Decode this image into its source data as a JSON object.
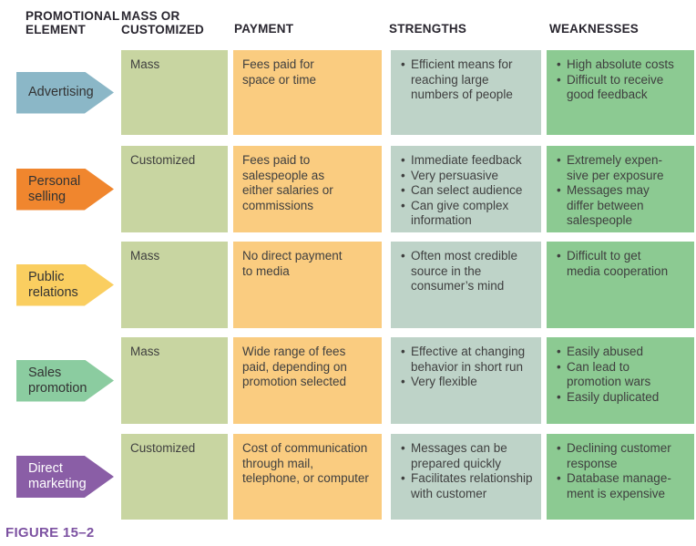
{
  "figure": {
    "caption": "FIGURE 15–2"
  },
  "headers": {
    "promotional_element": "PROMOTIONAL\nELEMENT",
    "mass_or_customized": "MASS OR\nCUSTOMIZED",
    "payment": "PAYMENT",
    "strengths": "STRENGTHS",
    "weaknesses": "WEAKNESSES"
  },
  "colors": {
    "mass_cell": "#C8D5A1",
    "payment_cell": "#FACC80",
    "strengths_cell": "#BED3C8",
    "weaknesses_cell": "#8CCA92",
    "header_text": "#29262F",
    "body_text": "#3F3F3F",
    "caption": "#7C51A1",
    "page_bg": "#FFFFFF"
  },
  "rows": [
    {
      "element": "Advertising",
      "arrow_color": "#8BB7C7",
      "label_color": "#333333",
      "mass_or_customized": "Mass",
      "payment": "Fees paid for\nspace or time",
      "strengths": [
        "Efficient means for\nreaching large\nnumbers of people"
      ],
      "weaknesses": [
        "High absolute costs",
        "Difficult to receive\ngood feedback"
      ]
    },
    {
      "element": "Personal\nselling",
      "arrow_color": "#F0862E",
      "label_color": "#333333",
      "mass_or_customized": "Customized",
      "payment": "Fees paid to\nsalespeople as\neither salaries or\ncommissions",
      "strengths": [
        "Immediate feedback",
        "Very persuasive",
        "Can select audience",
        "Can give complex\ninformation"
      ],
      "weaknesses": [
        "Extremely expen-\nsive per exposure",
        "Messages may\ndiffer between\nsalespeople"
      ]
    },
    {
      "element": "Public\nrelations",
      "arrow_color": "#FACE60",
      "label_color": "#333333",
      "mass_or_customized": "Mass",
      "payment": "No direct payment\nto media",
      "strengths": [
        "Often most credible\nsource in the\nconsumer’s mind"
      ],
      "weaknesses": [
        "Difficult to get\nmedia cooperation"
      ]
    },
    {
      "element": "Sales\npromotion",
      "arrow_color": "#8BCCA0",
      "label_color": "#333333",
      "mass_or_customized": "Mass",
      "payment": "Wide range of fees\npaid, depending on\npromotion selected",
      "strengths": [
        "Effective at changing\nbehavior in short run",
        "Very flexible"
      ],
      "weaknesses": [
        "Easily abused",
        "Can lead to\npromotion wars",
        "Easily duplicated"
      ]
    },
    {
      "element": "Direct\nmarketing",
      "arrow_color": "#8A5EA6",
      "label_color": "#FFFFFF",
      "mass_or_customized": "Customized",
      "payment": "Cost of communication\nthrough mail,\ntelephone, or computer",
      "strengths": [
        "Messages can be\nprepared quickly",
        "Facilitates relationship\nwith customer"
      ],
      "weaknesses": [
        "Declining customer\nresponse",
        "Database manage-\nment is expensive"
      ]
    }
  ]
}
